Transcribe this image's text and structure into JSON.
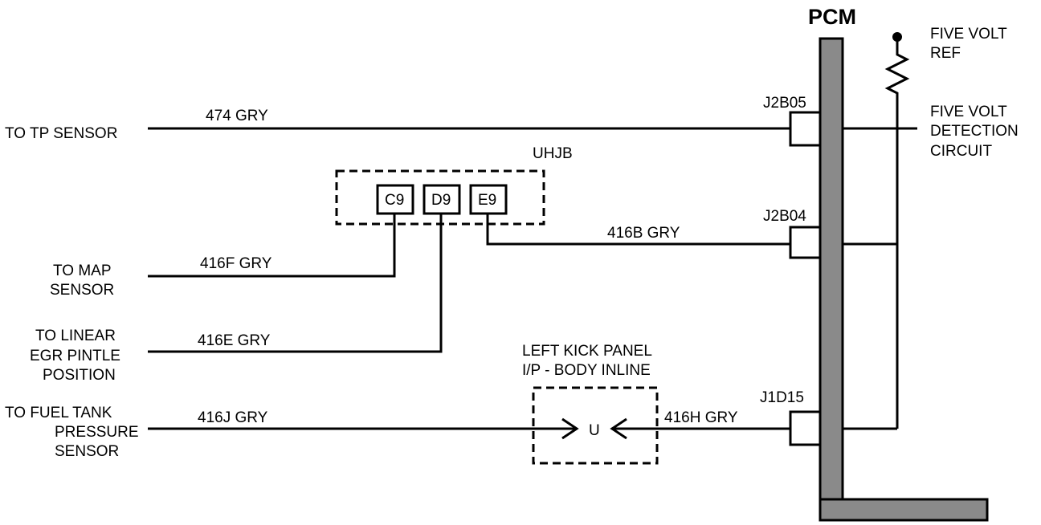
{
  "pcm": {
    "title": "PCM",
    "bar_color": "#8a8a8a"
  },
  "pcm_pins": {
    "j2b05": "J2B05",
    "j2b04": "J2B04",
    "j1d15": "J1D15"
  },
  "ref": {
    "line1": "FIVE VOLT",
    "line2": "REF"
  },
  "detect": {
    "line1": "FIVE VOLT",
    "line2": "DETECTION",
    "line3": "CIRCUIT"
  },
  "uhjb": {
    "title": "UHJB",
    "c9": "C9",
    "d9": "D9",
    "e9": "E9"
  },
  "inline": {
    "line1": "LEFT KICK PANEL",
    "line2": "I/P - BODY INLINE",
    "pin": "U"
  },
  "wires": {
    "w474": "474 GRY",
    "w416b": "416B GRY",
    "w416f": "416F GRY",
    "w416e": "416E GRY",
    "w416j": "416J GRY",
    "w416h": "416H GRY"
  },
  "destinations": {
    "tp": "TO TP SENSOR",
    "map1": "TO MAP",
    "map2": "SENSOR",
    "egr1": "TO LINEAR",
    "egr2": "EGR PINTLE",
    "egr3": "POSITION",
    "fuel1": "TO FUEL TANK",
    "fuel2": "PRESSURE",
    "fuel3": "SENSOR"
  }
}
